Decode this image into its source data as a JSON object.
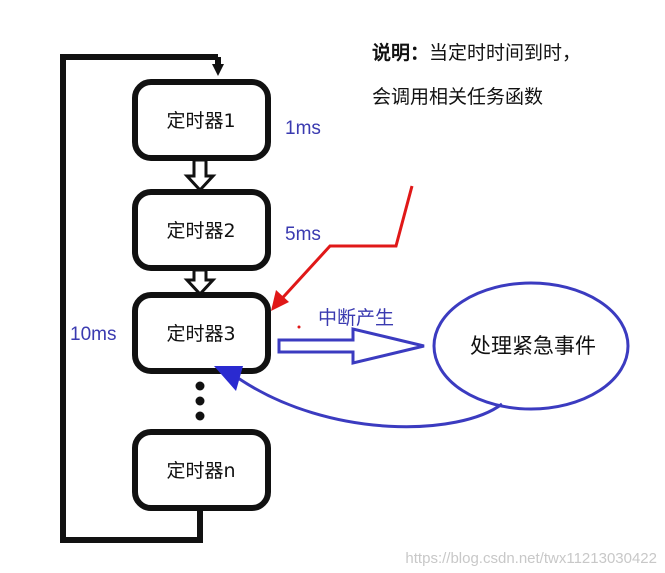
{
  "note": {
    "label": "说明",
    "colon": "：",
    "line1": "当定时时间到时，",
    "line2": "会调用相关任务函数"
  },
  "timers": [
    {
      "label": "定时器1",
      "interval": "1ms"
    },
    {
      "label": "定时器2",
      "interval": "5ms"
    },
    {
      "label": "定时器3",
      "interval": "10ms"
    },
    {
      "label": "定时器n",
      "interval": ""
    }
  ],
  "interrupt": {
    "label": "中断产生",
    "handler": "处理紧急事件"
  },
  "watermark": "https://blog.csdn.net/twx11213030422",
  "colors": {
    "box": "#111111",
    "label_blue": "#3a3ab0",
    "interrupt_red": "#e01818",
    "arrow_blue": "#3b3bc0"
  }
}
